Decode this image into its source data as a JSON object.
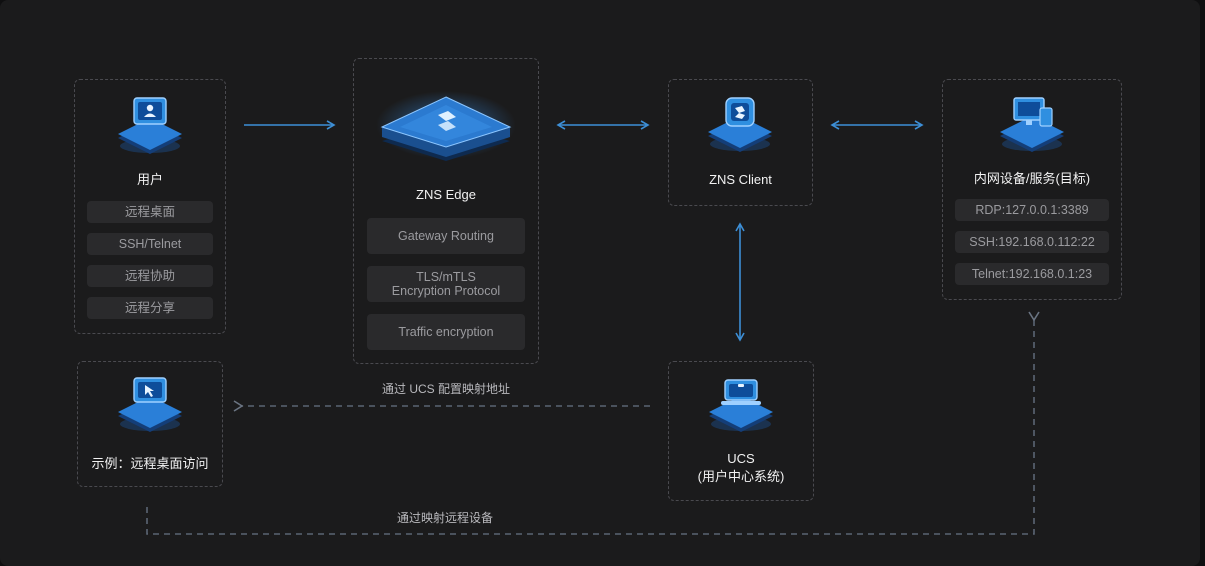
{
  "user": {
    "title": "用户",
    "items": [
      "远程桌面",
      "SSH/Telnet",
      "远程协助",
      "远程分享"
    ]
  },
  "edge": {
    "title": "ZNS Edge",
    "items": [
      "Gateway Routing",
      "TLS/mTLS",
      "Encryption Protocol",
      "Traffic encryption"
    ]
  },
  "client": {
    "title": "ZNS Client"
  },
  "target": {
    "title": "内网设备/服务(目标)",
    "items": [
      "RDP:127.0.0.1:3389",
      "SSH:192.168.0.112:22",
      "Telnet:192.168.0.1:23"
    ]
  },
  "example": {
    "title": "示例：远程桌面访问"
  },
  "ucs": {
    "title": "UCS",
    "subtitle": "(用户中心系统)"
  },
  "captions": {
    "ucs_mapping": "通过 UCS 配置映射地址",
    "remote_mapping": "通过映射远程设备"
  },
  "colors": {
    "accent": "#2f8fe0",
    "dashed_line": "#5b6573",
    "border": "#4a4a4f"
  }
}
